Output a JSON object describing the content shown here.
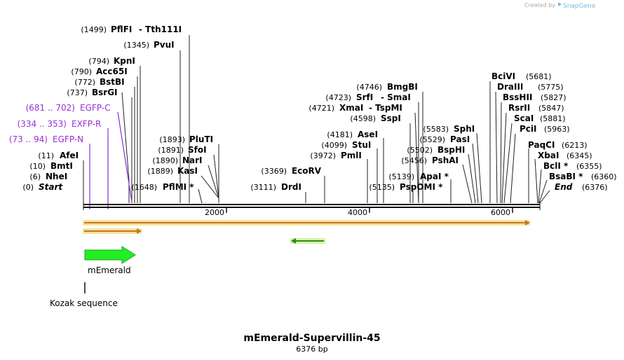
{
  "credit": {
    "prefix": "Created by",
    "brand": "SnapGene"
  },
  "plasmid": {
    "name": "mEmerald-Supervillin-45",
    "size_label": "6376 bp",
    "length": 6376
  },
  "axis_ticks": [
    "2000",
    "4000",
    "6000"
  ],
  "sites": [
    {
      "id": "pfifi",
      "pos": "(1499)",
      "name": "PflFI",
      "extra": "- Tth111I"
    },
    {
      "id": "pvui",
      "pos": "(1345)",
      "name": "PvuI"
    },
    {
      "id": "kpni",
      "pos": "(794)",
      "name": "KpnI"
    },
    {
      "id": "acc65i",
      "pos": "(790)",
      "name": "Acc65I"
    },
    {
      "id": "bstbi",
      "pos": "(772)",
      "name": "BstBI"
    },
    {
      "id": "bsrgi",
      "pos": "(737)",
      "name": "BsrGI"
    },
    {
      "id": "afei",
      "pos": "(11)",
      "name": "AfeI"
    },
    {
      "id": "bmti",
      "pos": "(10)",
      "name": "BmtI"
    },
    {
      "id": "nhei",
      "pos": "(6)",
      "name": "NheI"
    },
    {
      "id": "start",
      "pos": "(0)",
      "name": "Start"
    },
    {
      "id": "pluti",
      "pos": "(1893)",
      "name": "PluTI"
    },
    {
      "id": "sfoi",
      "pos": "(1891)",
      "name": "SfoI"
    },
    {
      "id": "nari",
      "pos": "(1890)",
      "name": "NarI"
    },
    {
      "id": "kasi",
      "pos": "(1889)",
      "name": "KasI"
    },
    {
      "id": "pflmi",
      "pos": "(1648)",
      "name": "PflMI *"
    },
    {
      "id": "ecorv",
      "pos": "(3369)",
      "name": "EcoRV"
    },
    {
      "id": "drdi",
      "pos": "(3111)",
      "name": "DrdI"
    },
    {
      "id": "bmgbi",
      "pos": "(4746)",
      "name": "BmgBI"
    },
    {
      "id": "srfi",
      "pos": "(4723)",
      "name": "SrfI",
      "extra": "- SmaI"
    },
    {
      "id": "xmai",
      "pos": "(4721)",
      "name": "XmaI",
      "extra": "- TspMI"
    },
    {
      "id": "sspi",
      "pos": "(4598)",
      "name": "SspI"
    },
    {
      "id": "asei",
      "pos": "(4181)",
      "name": "AseI"
    },
    {
      "id": "stui",
      "pos": "(4099)",
      "name": "StuI"
    },
    {
      "id": "pmli",
      "pos": "(3972)",
      "name": "PmlI"
    },
    {
      "id": "sphi",
      "pos": "(5583)",
      "name": "SphI"
    },
    {
      "id": "pasi",
      "pos": "(5529)",
      "name": "PasI"
    },
    {
      "id": "bsphi",
      "pos": "(5502)",
      "name": "BspHI"
    },
    {
      "id": "pshai",
      "pos": "(5456)",
      "name": "PshAI"
    },
    {
      "id": "apai",
      "pos": "(5139)",
      "name": "ApaI *"
    },
    {
      "id": "pspomi",
      "pos": "(5135)",
      "name": "PspOMI *"
    },
    {
      "id": "bcivi",
      "pos": "(5681)",
      "name": "BciVI"
    },
    {
      "id": "draiii",
      "pos": "(5775)",
      "name": "DraIII"
    },
    {
      "id": "bsshii",
      "pos": "(5827)",
      "name": "BssHII"
    },
    {
      "id": "rsrii",
      "pos": "(5847)",
      "name": "RsrII"
    },
    {
      "id": "scai",
      "pos": "(5881)",
      "name": "ScaI"
    },
    {
      "id": "pcii",
      "pos": "(5963)",
      "name": "PciI"
    },
    {
      "id": "paqci",
      "pos": "(6213)",
      "name": "PaqCI"
    },
    {
      "id": "xbai",
      "pos": "(6345)",
      "name": "XbaI"
    },
    {
      "id": "bcli",
      "pos": "(6355)",
      "name": "BclI *"
    },
    {
      "id": "bsabi",
      "pos": "(6360)",
      "name": "BsaBI *"
    },
    {
      "id": "end",
      "pos": "(6376)",
      "name": "End"
    }
  ],
  "features": [
    {
      "id": "egfp-c",
      "range": "(681 .. 702)",
      "name": "EGFP-C"
    },
    {
      "id": "exfp-r",
      "range": "(334 .. 353)",
      "name": "EXFP-R"
    },
    {
      "id": "egfp-n",
      "range": "(73 .. 94)",
      "name": "EGFP-N"
    }
  ],
  "annotations": {
    "gene": "mEmerald",
    "kozak": "Kozak sequence"
  },
  "colors": {
    "backbone": "#111111",
    "orf_fill": "#c8742a",
    "orf_glow": "#f5e39a",
    "gene_arrow": "#22ee22",
    "reverse_arrow": "#2e8b1e",
    "primer": "#8a2be2"
  }
}
